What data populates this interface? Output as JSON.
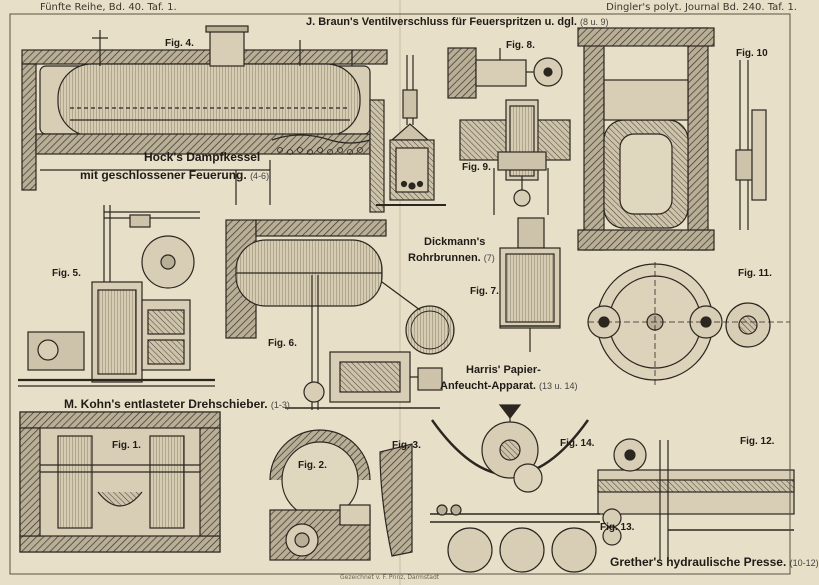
{
  "header": {
    "left": "Fünfte Reihe, Bd. 40. Taf. 1.",
    "right": "Dingler's polyt. Journal Bd. 240. Taf. 1."
  },
  "captions": {
    "braun_title": "J. Braun's Ventilverschluss für Feuerspritzen u. dgl.",
    "braun_figs": "(8 u. 9)",
    "hock_line1": "Hock's Dampfkessel",
    "hock_line2": "mit geschlossener Feuerung.",
    "hock_figs": "(4-6)",
    "dickmann_line1": "Dickmann's",
    "dickmann_line2": "Rohrbrunnen.",
    "dickmann_figs": "(7)",
    "harris_line1": "Harris' Papier-",
    "harris_line2": "Anfeucht-Apparat.",
    "harris_figs": "(13 u. 14)",
    "kohn": "M. Kohn's entlasteter Drehschieber.",
    "kohn_figs": "(1-3)",
    "grether": "Grether's hydraulische Presse.",
    "grether_figs": "(10-12)"
  },
  "figures": {
    "f1": "Fig. 1.",
    "f2": "Fig. 2.",
    "f3": "Fig. 3.",
    "f4": "Fig. 4.",
    "f5": "Fig. 5.",
    "f6": "Fig. 6.",
    "f7": "Fig. 7.",
    "f8": "Fig. 8.",
    "f9": "Fig. 9.",
    "f10": "Fig. 10",
    "f11": "Fig. 11.",
    "f12": "Fig. 12.",
    "f13": "Fig. 13.",
    "f14": "Fig. 14."
  },
  "credit": "Gezeichnet v. F. Prinz, Darmstadt"
}
